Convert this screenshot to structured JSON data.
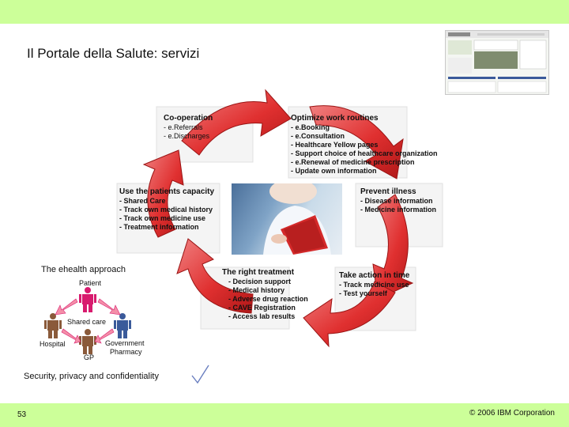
{
  "slide": {
    "title": "Il Portale della Salute: servizi",
    "page_number": "53",
    "copyright": "© 2006 IBM Corporation"
  },
  "cycle": {
    "cooperation": {
      "heading": "Co-operation",
      "items": [
        "- e.Referrals",
        "- e.Discharges"
      ]
    },
    "optimize": {
      "heading": "Optimize work routines",
      "items": [
        "- e.Booking",
        "- e.Consultation",
        "- Healthcare Yellow pages",
        "- Support choice of healthcare organization",
        "- e.Renewal of medicine prescription",
        "- Update own information"
      ]
    },
    "patients_capacity": {
      "heading": "Use the patients capacity",
      "items": [
        "- Shared Care",
        "- Track own medical history",
        "- Track own medicine use",
        "- Treatment information"
      ]
    },
    "prevent": {
      "heading": "Prevent illness",
      "items": [
        "- Disease information",
        "- Medicine information"
      ]
    },
    "right_treatment": {
      "heading": "The right treatment",
      "items": [
        "- Decision support",
        "- Medical history",
        "- Adverse drug reaction",
        "- CAVE Registration",
        "- Access lab results"
      ]
    },
    "take_action": {
      "heading": "Take action in time",
      "items": [
        "- Track medicine use",
        "- Test yourself"
      ]
    }
  },
  "ehealth": {
    "title": "The ehealth approach",
    "patient": "Patient",
    "shared_care": "Shared care",
    "hospital": "Hospital",
    "gp": "GP",
    "government": "Government",
    "pharmacy": "Pharmacy"
  },
  "security": {
    "label": "Security, privacy and confidentiality"
  },
  "colors": {
    "band": "#ccff99",
    "arrow_red": "#e03030",
    "person_pink": "#d81b6e",
    "person_brown": "#8a5a3a",
    "person_blue": "#3a5a9a",
    "check": "#6a7fc0"
  }
}
